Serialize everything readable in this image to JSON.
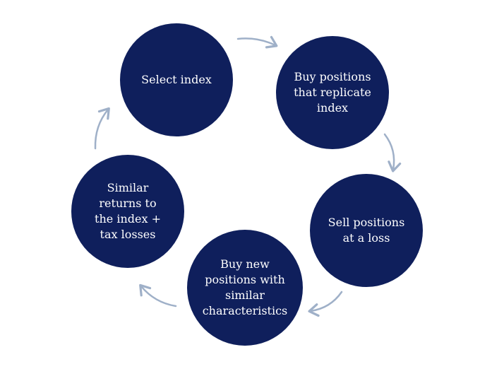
{
  "colors": {
    "node_fill": "#0f1f5c",
    "node_text": "#ffffff",
    "arrow": "#9fb0c8",
    "background": "#ffffff"
  },
  "nodes": [
    {
      "id": "select-index",
      "label": "Select index"
    },
    {
      "id": "buy-positions",
      "label": "Buy positions\nthat replicate\nindex"
    },
    {
      "id": "sell-positions",
      "label": "Sell positions\nat a loss"
    },
    {
      "id": "buy-new-positions",
      "label": "Buy new\npositions with\nsimilar\ncharacteristics"
    },
    {
      "id": "similar-returns",
      "label": "Similar\nreturns to\nthe index +\ntax losses"
    }
  ]
}
